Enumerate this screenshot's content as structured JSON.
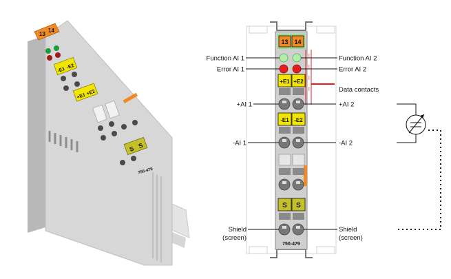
{
  "photo": {
    "markings": [
      "13",
      "14",
      "-E1",
      "-E2",
      "+E1",
      "+E2",
      "S",
      "S",
      "750-479"
    ]
  },
  "diagram": {
    "module_top_terminals": [
      "13",
      "14"
    ],
    "terminals": {
      "plus_e1": "+E1",
      "plus_e2": "+E2",
      "minus_e1": "-E1",
      "minus_e2": "-E2",
      "shield_left": "S",
      "shield_right": "S"
    },
    "part_number": "750-479",
    "labels": {
      "function_ai1": "Function AI 1",
      "function_ai2": "Function AI 2",
      "error_ai1": "Error AI 1",
      "error_ai2": "Error AI 2",
      "data_contacts": "Data contacts",
      "plus_ai1": "+AI 1",
      "plus_ai2": "+AI 2",
      "minus_ai1": "-AI 1",
      "minus_ai2": "-AI 2",
      "shield_left_1": "Shield",
      "shield_left_2": "(screen)",
      "shield_right_1": "Shield",
      "shield_right_2": "(screen)"
    }
  },
  "colors": {
    "orange_terminal": "#f08a24",
    "yellow_terminal": "#f2e600",
    "olive_terminal": "#c4c02a",
    "led_green": "#aef0a8",
    "led_red": "#e41e1e",
    "data_contact_red": "#e41e1e",
    "module_grey": "#cfcfcf"
  }
}
